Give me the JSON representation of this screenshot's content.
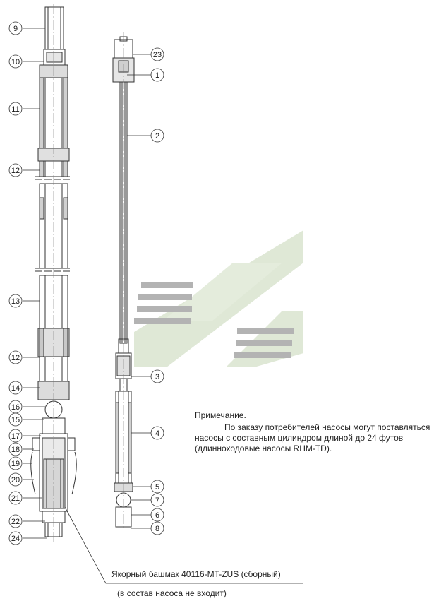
{
  "note": {
    "title": "Примечание.",
    "body": "По заказу потребителей насосы могут поставляться насосы с составным цилиндром длиной до 24 футов  (длинноходовые насосы RHM-TD)."
  },
  "anchor": {
    "label": "Якорный башмак 40116-MT-ZUS (сборный)",
    "sub": "(в состав насоса не входит)"
  },
  "callouts_left": [
    "9",
    "10",
    "11",
    "12",
    "13",
    "12",
    "14",
    "16",
    "15",
    "17",
    "18",
    "19",
    "20",
    "21",
    "22",
    "24"
  ],
  "callouts_right": [
    "23",
    "1",
    "2",
    "3",
    "4",
    "5",
    "7",
    "6",
    "8"
  ],
  "colors": {
    "logo_gray": "#b3b3b3",
    "logo_green": "#dfe8d6",
    "line": "#333333"
  }
}
